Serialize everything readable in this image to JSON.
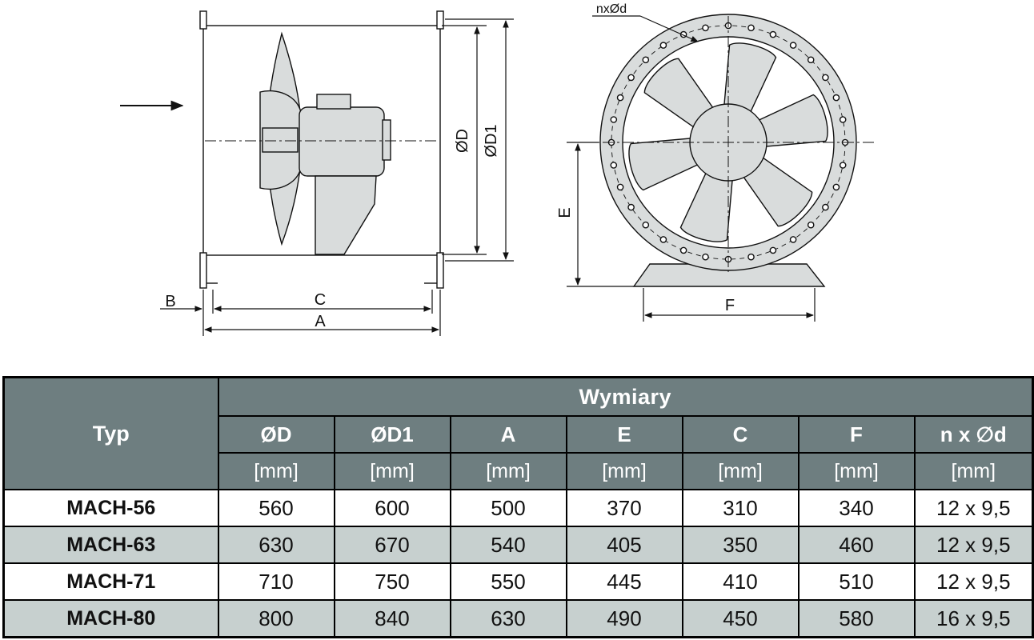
{
  "drawing": {
    "labels": {
      "diameter": "ØD",
      "flange_diameter": "ØD1",
      "holes": "nxØd",
      "a": "A",
      "b": "B",
      "c": "C",
      "e": "E",
      "f": "F"
    }
  },
  "table": {
    "typ_header": "Typ",
    "group_header": "Wymiary",
    "columns": [
      {
        "name": "ØD",
        "unit": "[mm]"
      },
      {
        "name": "ØD1",
        "unit": "[mm]"
      },
      {
        "name": "A",
        "unit": "[mm]"
      },
      {
        "name": "E",
        "unit": "[mm]"
      },
      {
        "name": "C",
        "unit": "[mm]"
      },
      {
        "name": "F",
        "unit": "[mm]"
      },
      {
        "name": "n x ∅d",
        "unit": "[mm]"
      }
    ],
    "rows": [
      {
        "typ": "MACH-56",
        "values": [
          "560",
          "600",
          "500",
          "370",
          "310",
          "340",
          "12 x 9,5"
        ]
      },
      {
        "typ": "MACH-63",
        "values": [
          "630",
          "670",
          "540",
          "405",
          "350",
          "460",
          "12 x 9,5"
        ]
      },
      {
        "typ": "MACH-71",
        "values": [
          "710",
          "750",
          "550",
          "445",
          "410",
          "510",
          "12 x 9,5"
        ]
      },
      {
        "typ": "MACH-80",
        "values": [
          "800",
          "840",
          "630",
          "490",
          "450",
          "580",
          "16 x 9,5"
        ]
      }
    ]
  },
  "colors": {
    "header_bg": "#6e7e80",
    "header_text": "#ffffff",
    "row_alt_bg": "#c7d0cf",
    "drawing_fill": "#d9dcdc"
  }
}
